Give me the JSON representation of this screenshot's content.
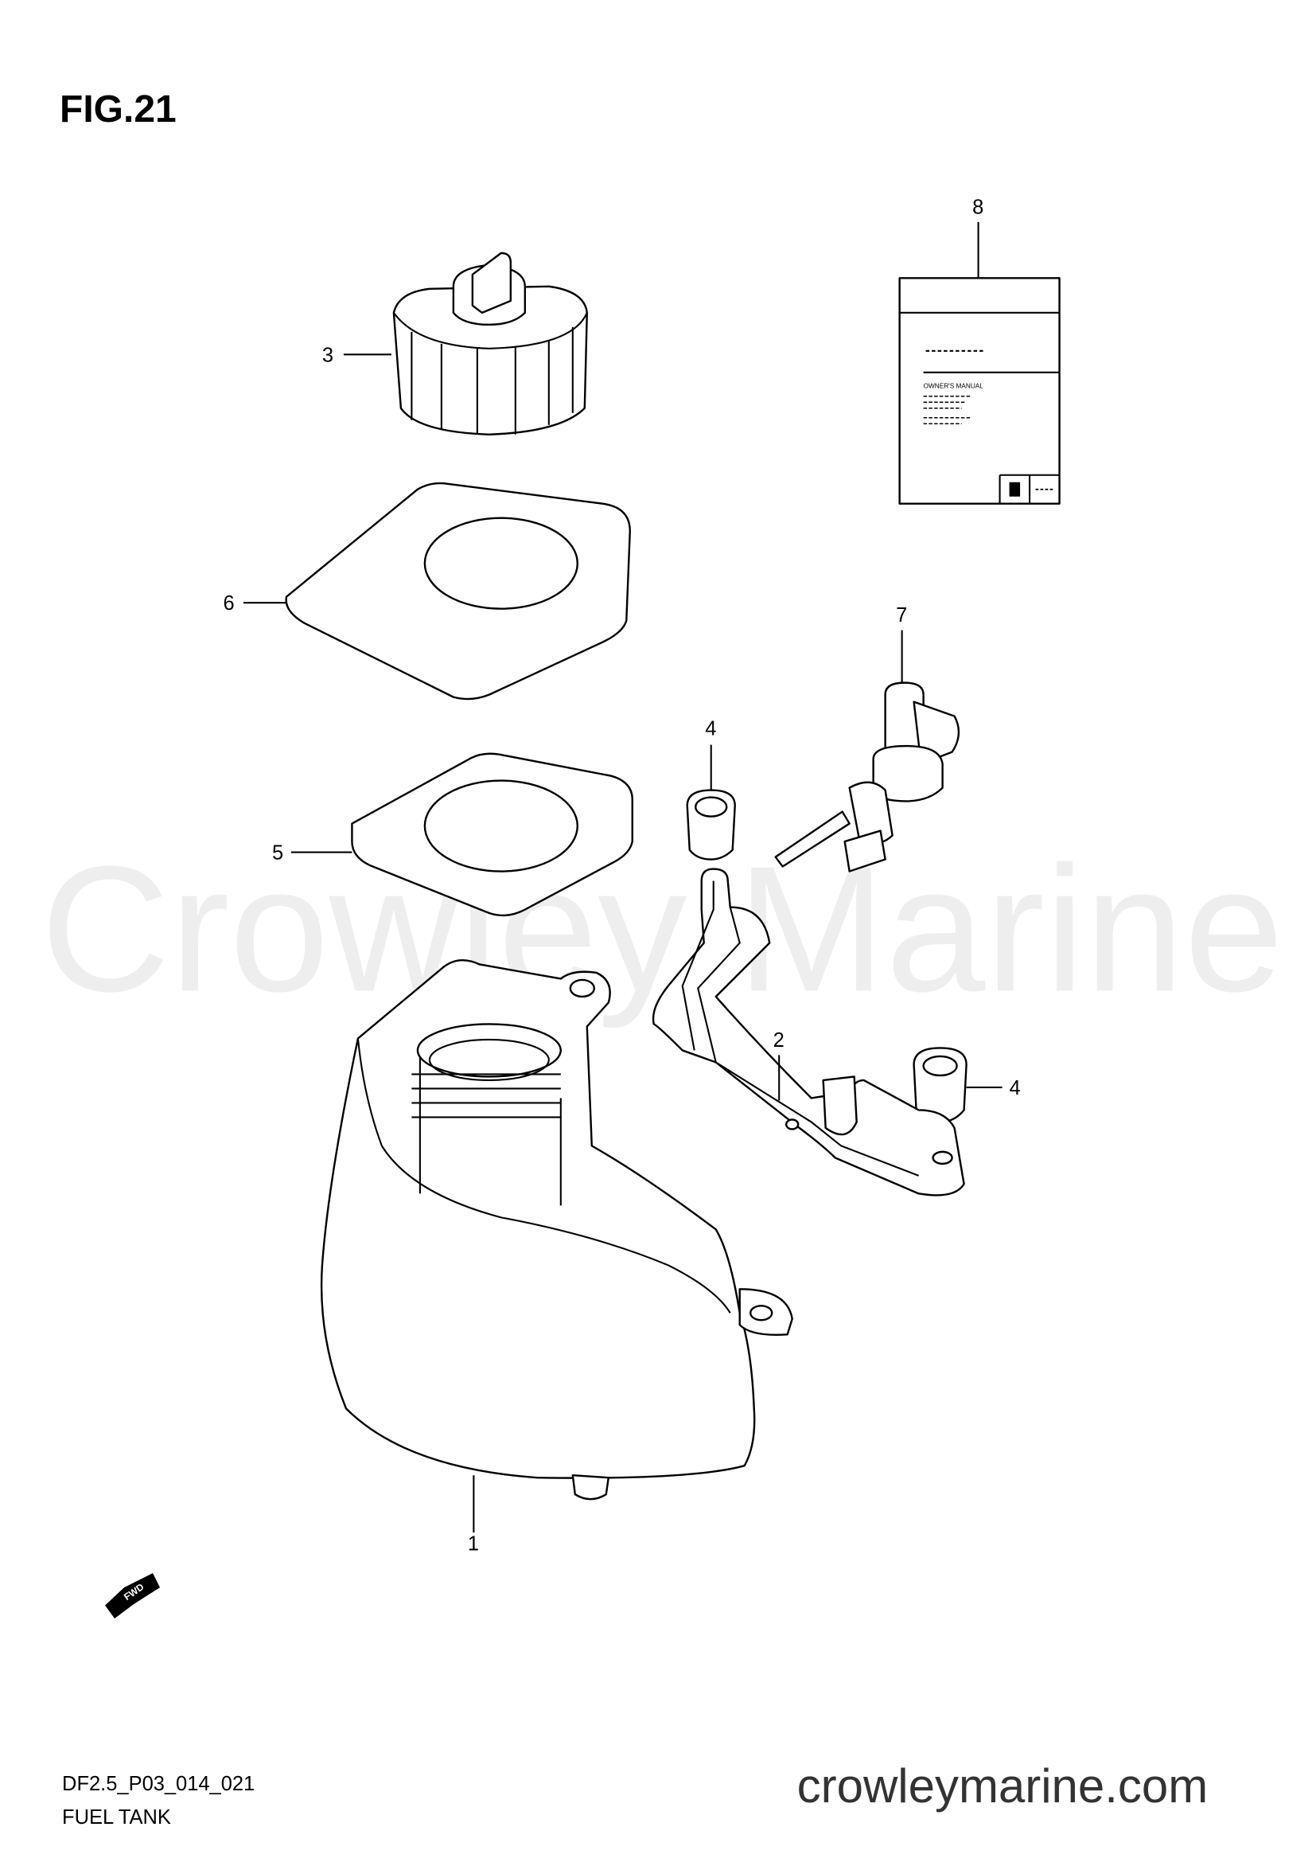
{
  "figure": {
    "title": "FIG.21",
    "code": "DF2.5_P03_014_021",
    "name": "FUEL TANK"
  },
  "watermark": "Crowley Marine",
  "site": "crowleymarine.com",
  "fwd_label": "FWD",
  "manual": {
    "title": "OWNER'S MANUAL"
  },
  "callouts": {
    "p1": "1",
    "p2": "2",
    "p3": "3",
    "p4a": "4",
    "p4b": "4",
    "p5": "5",
    "p6": "6",
    "p7": "7",
    "p8": "8"
  },
  "colors": {
    "line": "#000000",
    "watermark": "#eeeeee",
    "site_text": "#333333"
  }
}
